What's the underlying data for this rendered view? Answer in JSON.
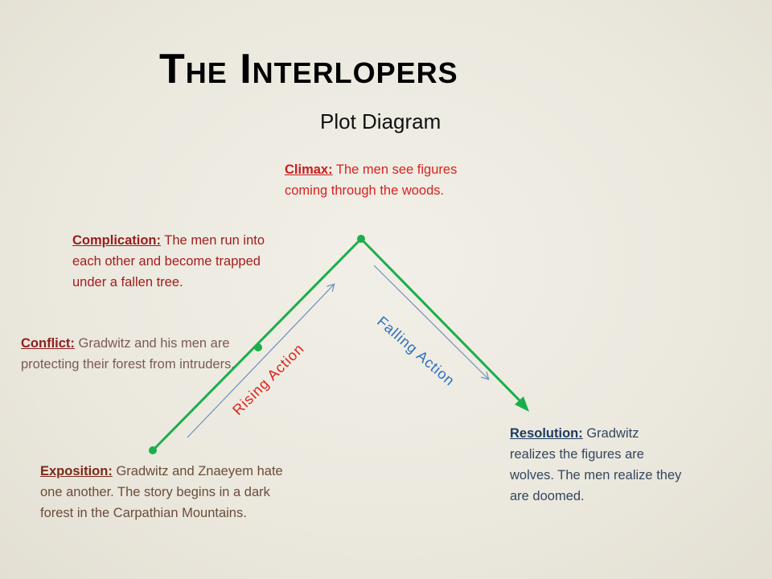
{
  "title": "The Interlopers",
  "subtitle": "Plot Diagram",
  "colors": {
    "plot_line": "#1bae4b",
    "arrow": "#6d8fbf",
    "climax_text": "#d9221f",
    "falling_label": "#2c6fbe",
    "rising_label": "#e0201c"
  },
  "labels": {
    "rising": "Rising Action",
    "falling": "Falling Action"
  },
  "points": {
    "climax": {
      "label": "Climax:",
      "text": "The men see figures coming through the woods."
    },
    "complication": {
      "label": "Complication:",
      "text": "The men run into each other and become trapped under a fallen tree."
    },
    "conflict": {
      "label": "Conflict:",
      "text": "Gradwitz and his men are protecting their forest from intruders."
    },
    "exposition": {
      "label": "Exposition:",
      "text": "Gradwitz and Znaeyem hate one another.  The story begins in a dark forest in the Carpathian Mountains."
    },
    "resolution": {
      "label": "Resolution:",
      "text": "Gradwitz realizes the figures are wolves.  The men realize they are doomed."
    }
  }
}
